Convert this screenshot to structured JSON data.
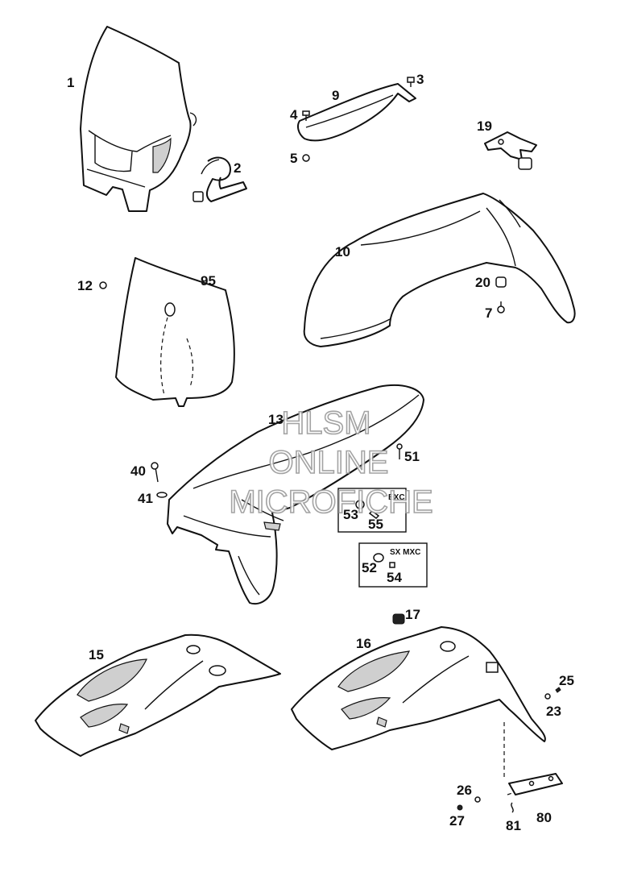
{
  "watermark": {
    "line1": "HLSM",
    "line2": "ONLINE",
    "line3": "MICROFICHE"
  },
  "boxes": {
    "exc": "EXC",
    "sx_mxc": "SX MXC"
  },
  "callouts": {
    "p1": "1",
    "p2": "2",
    "p3": "3",
    "p4": "4",
    "p5": "5",
    "p7": "7",
    "p9": "9",
    "p10": "10",
    "p12": "12",
    "p13": "13",
    "p15": "15",
    "p16": "16",
    "p17": "17",
    "p19": "19",
    "p20": "20",
    "p23": "23",
    "p25": "25",
    "p26": "26",
    "p27": "27",
    "p40": "40",
    "p41": "41",
    "p51": "51",
    "p52": "52",
    "p53": "53",
    "p54": "54",
    "p55": "55",
    "p80": "80",
    "p81": "81",
    "p95": "95"
  }
}
